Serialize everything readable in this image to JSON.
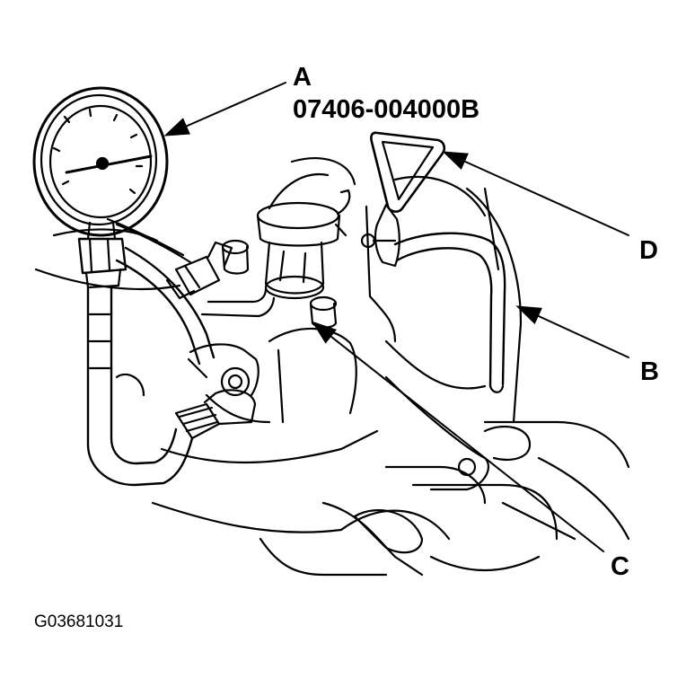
{
  "callouts": {
    "a": {
      "letter": "A",
      "part_number": "07406-004000B"
    },
    "b": {
      "letter": "B"
    },
    "c": {
      "letter": "C"
    },
    "d": {
      "letter": "D"
    }
  },
  "figure_id": "G03681031",
  "colors": {
    "ink": "#000000",
    "paper": "#ffffff"
  }
}
